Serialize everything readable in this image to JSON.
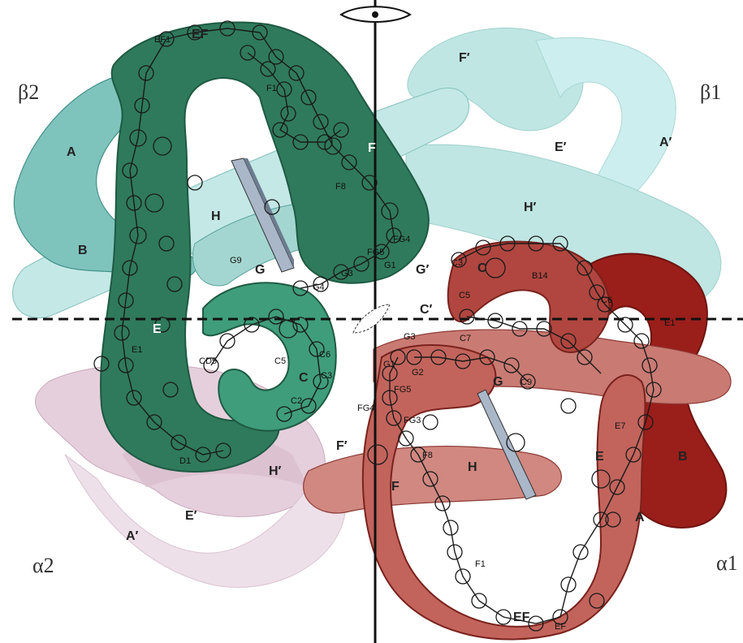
{
  "subunits": {
    "beta2": "β2",
    "beta1": "β1",
    "alpha2": "α2",
    "alpha1": "α1"
  },
  "colors": {
    "beta2_dark": "#2f7a5c",
    "beta1_light": "#bfe6e3",
    "alpha1_dark": "#b04a44",
    "alpha1_deep": "#9a1e1a",
    "alpha2_light": "#e6cfdc",
    "heme_plane": "#a9b7c8"
  },
  "beta2_helices": {
    "A": "A",
    "B": "B",
    "E": "E",
    "F": "F",
    "G": "G",
    "H": "H",
    "C": "C",
    "EF": "EF",
    "G_prime": "G′"
  },
  "beta2_residues": {
    "EF1": "EF1",
    "F1": "F1",
    "F8": "F8",
    "FG4": "FG4",
    "FG5": "FG5",
    "G1": "G1",
    "G3": "G3",
    "G4": "G4",
    "G9": "G9",
    "E1": "E1",
    "D1": "D1",
    "C6": "C6",
    "C5": "C5",
    "C3": "C3",
    "C2": "C2",
    "CD5": "CD5"
  },
  "beta1_helices": {
    "F_prime": "F′",
    "E_prime": "E′",
    "A_prime": "A′",
    "H_prime": "H′",
    "G_prime": "G′",
    "C_prime": "C′"
  },
  "alpha1_helices": {
    "C": "C",
    "G": "G",
    "H": "H",
    "E": "E",
    "B": "B",
    "A": "A",
    "F": "F",
    "EF": "EF"
  },
  "alpha1_residues": {
    "C3": "C3",
    "B14": "B14",
    "C5": "C5",
    "C7": "C7",
    "C6": "C6",
    "G3": "G3",
    "G1": "G1",
    "G2": "G2",
    "FG5": "FG5",
    "FG4": "FG4",
    "FG3": "FG3",
    "F8": "F8",
    "F1": "F1",
    "E7": "E7",
    "E1": "E1",
    "C9": "C9",
    "EF": "EF"
  },
  "alpha2_helices": {
    "F_prime": "F′",
    "H_prime": "H′",
    "E_prime": "E′",
    "A_prime": "A′"
  }
}
